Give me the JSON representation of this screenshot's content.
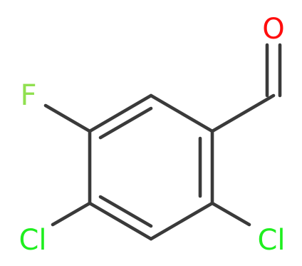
{
  "molecule": {
    "atoms": {
      "oxygen": {
        "symbol": "O",
        "color": "#ff0d0d"
      },
      "fluorine": {
        "symbol": "F",
        "color": "#90e050"
      },
      "chlorine_left": {
        "symbol": "Cl",
        "color": "#1fef1f"
      },
      "chlorine_right": {
        "symbol": "Cl",
        "color": "#1fef1f"
      }
    },
    "bond_color": "#3a3a3a"
  }
}
